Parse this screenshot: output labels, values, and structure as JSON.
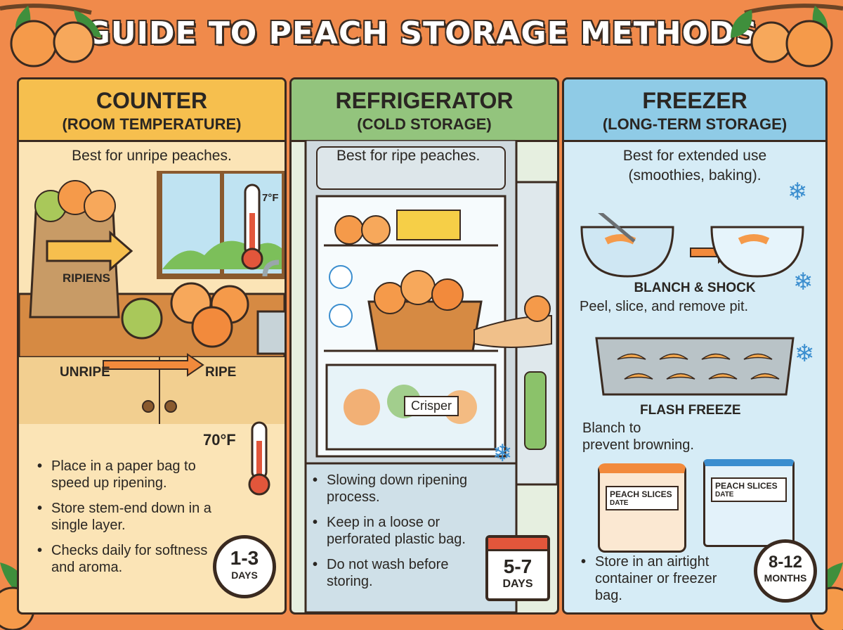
{
  "title": "GUIDE TO PEACH STORAGE METHODS",
  "counter": {
    "heading": "COUNTER",
    "subheading": "(ROOM TEMPERATURE)",
    "intro": "Best for unripe peaches.",
    "bag_label": "RIPIENS",
    "thermo_small": "7°F",
    "unripe": "UNRIPE",
    "ripe": "RIPE",
    "temp": "70°F",
    "bullets": [
      "Place in a paper bag to speed up ripening.",
      "Store stem-end down in a single layer.",
      "Checks daily for softness and aroma."
    ],
    "timer_value": "1-3",
    "timer_unit": "DAYS"
  },
  "fridge": {
    "heading": "REFRIGERATOR",
    "subheading": "(COLD STORAGE)",
    "intro": "Best for ripe peaches.",
    "crisper": "Crisper",
    "bullets": [
      "Slowing down ripening process.",
      "Keep in a loose or perforated plastic bag.",
      "Do not wash before storing."
    ],
    "cal_value": "5-7",
    "cal_unit": "DAYS"
  },
  "freezer": {
    "heading": "FREEZER",
    "subheading": "(LONG-TERM STORAGE)",
    "intro_1": "Best for extended use",
    "intro_2": "(smoothies, baking).",
    "step1_title": "BLANCH & SHOCK",
    "step1_text": "Peel, slice, and remove pit.",
    "step2_title": "FLASH FREEZE",
    "step2_text_1": "Blanch to",
    "step2_text_2": "prevent browning.",
    "container_label": "PEACH SLICES",
    "container_date": "DATE",
    "bag_label": "PEACH SLICES",
    "bag_date": "DATE",
    "bullets": [
      "Store in an airtight container or freezer bag."
    ],
    "timer_value": "8-12",
    "timer_unit": "MONTHS"
  },
  "colors": {
    "background": "#f08a4b",
    "counter": "#f6bf4e",
    "fridge": "#93c47d",
    "freezer": "#8fcbe6",
    "peach": "#f59a4a"
  }
}
